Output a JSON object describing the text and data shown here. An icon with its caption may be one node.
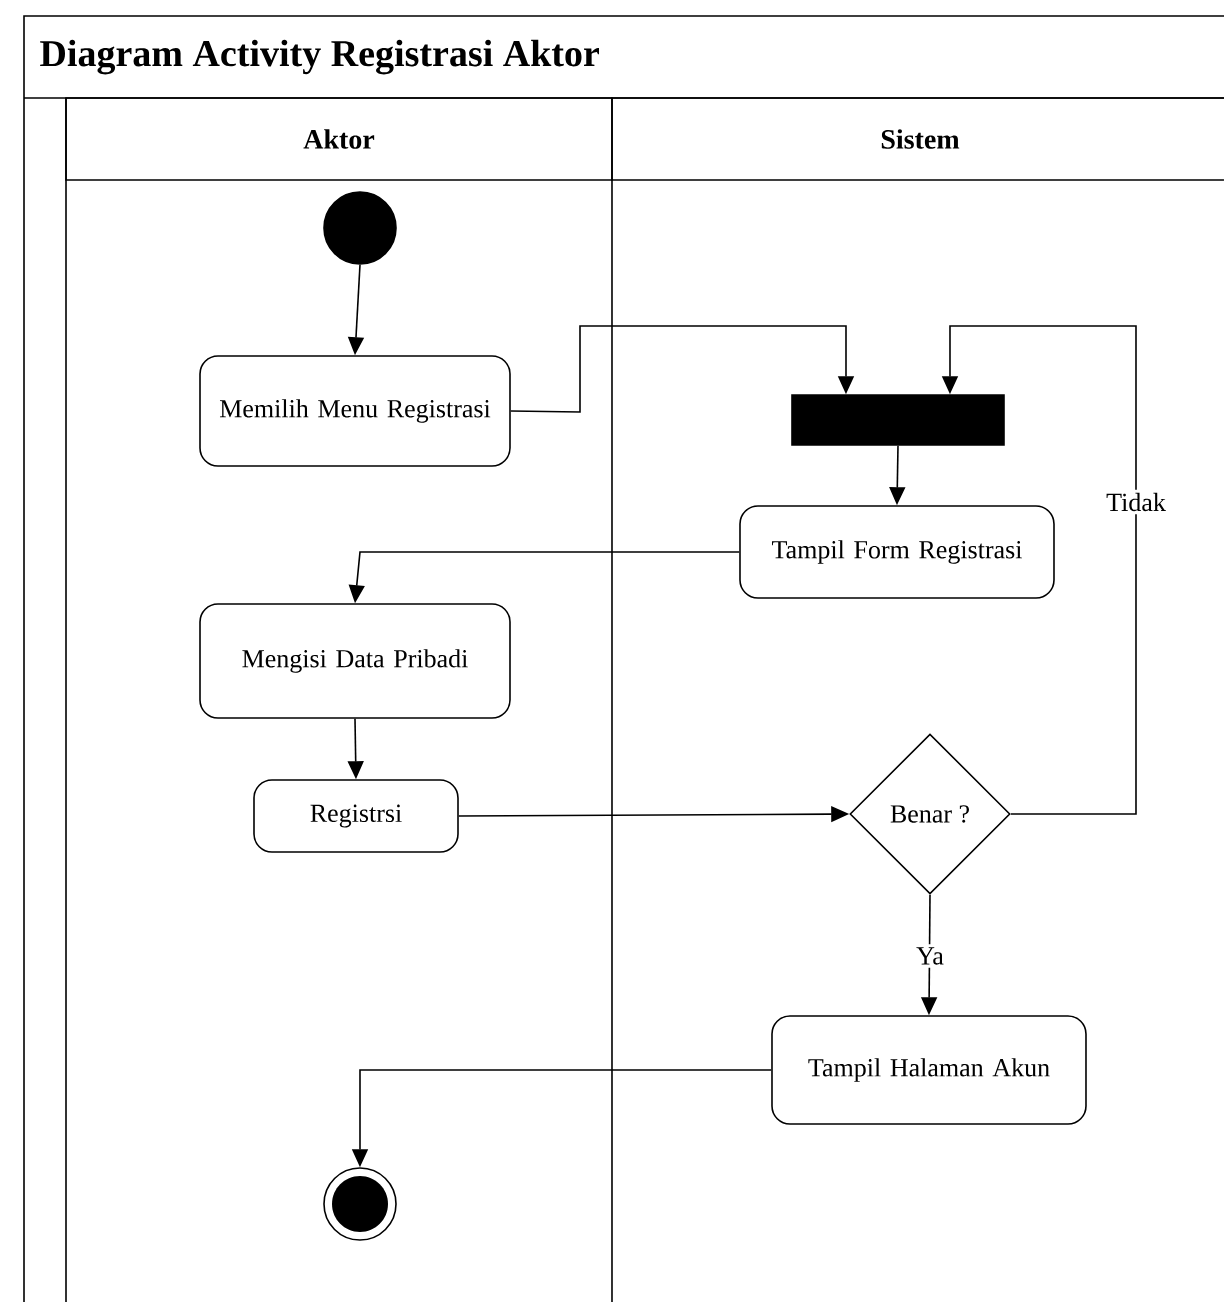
{
  "diagram": {
    "title": "Diagram Activity Registrasi Aktor",
    "nodes": [
      {
        "text": [
          "Aktor"
        ]
      },
      {
        "text": [
          "Sistem"
        ]
      },
      {
        "text": [],
        "shape": "circle"
      },
      {
        "text": [
          "Memilih Menu Registrasi"
        ]
      },
      {
        "text": [],
        "shape": "bar"
      },
      {
        "text": [
          "Tampil Form Registrasi"
        ]
      },
      {
        "text": [
          "Mengisi Data Pribadi"
        ]
      },
      {
        "text": [
          "Registrsi"
        ]
      },
      {
        "text": [
          "Benar ?"
        ]
      },
      {
        "text": [
          "Tampil Halaman Akun"
        ]
      },
      {
        "text": [],
        "shape": "circle"
      }
    ],
    "edges": [
      {
        "from": 2,
        "to": 3,
        "arrow": "to"
      },
      {
        "from": 3,
        "to": 4,
        "arrow": "to"
      },
      {
        "from": 4,
        "to": 5,
        "arrow": "to"
      },
      {
        "from": 5,
        "to": 6,
        "arrow": "to"
      },
      {
        "from": 6,
        "to": 7,
        "arrow": "to"
      },
      {
        "from": 7,
        "to": 8,
        "arrow": "to"
      },
      {
        "from": 8,
        "to": 4,
        "arrow": "to",
        "label": "Tidak"
      },
      {
        "from": 8,
        "to": 9,
        "arrow": "to",
        "label": "Ya"
      },
      {
        "from": 9,
        "to": 10,
        "arrow": "to"
      }
    ]
  }
}
